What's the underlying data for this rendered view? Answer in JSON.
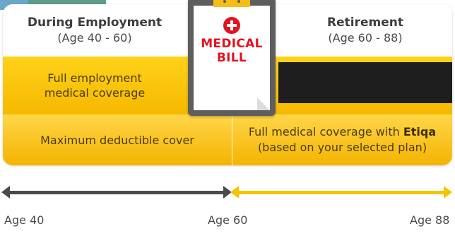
{
  "during": {
    "title": "During Employment",
    "age_range": "(Age 40 - 60)",
    "coverage_line1": "Full employment",
    "coverage_line2": "medical coverage",
    "deductible": "Maximum deductible cover"
  },
  "retirement": {
    "title": "Retirement",
    "age_range": "(Age 60 - 88)",
    "coverage_prefix": "Full medical coverage with ",
    "coverage_brand": "Etiqa",
    "coverage_line2": "(based on your selected plan)"
  },
  "clipboard": {
    "line1": "MEDICAL",
    "line2": "BILL",
    "icon": "medical-cross-icon"
  },
  "timeline": {
    "ticks": [
      "Age 40",
      "Age 60",
      "Age 88"
    ]
  },
  "colors": {
    "yellow": "#f8c300",
    "dark": "#4a4a4a",
    "red": "#e1141f",
    "black": "#1e1e1e"
  }
}
